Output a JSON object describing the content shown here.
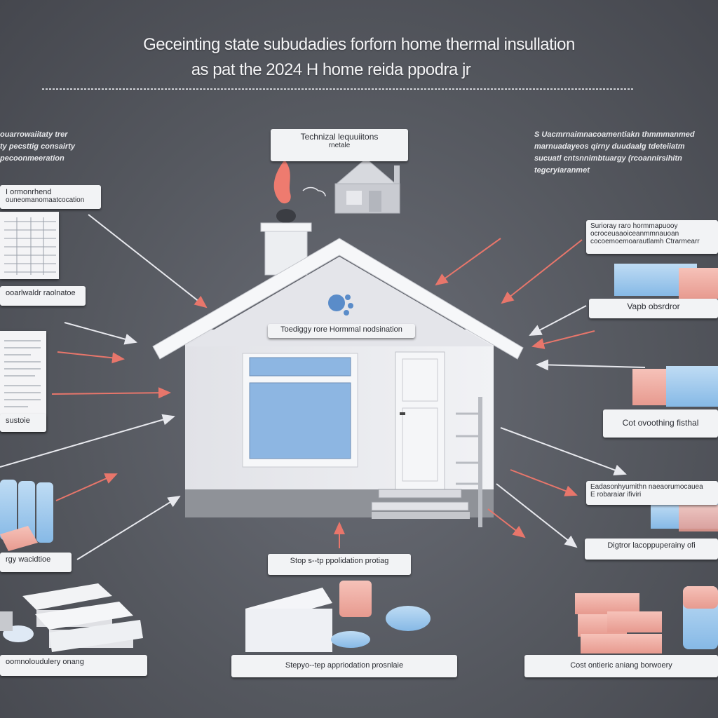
{
  "header": {
    "title_line1": "Geceinting state  subudadies forforn home thermal insullation",
    "title_line2": "as pat the 2024 H home reida  ppodra jr"
  },
  "notes": {
    "left": "ouarrowaiitaty trer\nty pecsttig consairty\npecoonmeeration",
    "right": "S Uacmrnaimnacoamentiakn thmmmanmed\nmarnuadayeos qirny duudaalg tdeteiiatm\nsucuatl cntsnnimbtuargy (rcoannirsihitn\ntegcryiaranmet"
  },
  "labels": {
    "technical": "Technizal lequuiitons",
    "technical_sub": "rnetale",
    "house_banner": "Toediggy rore Hormmal nodsination",
    "left_a": "I ormonrhend",
    "left_a_sub": "ouneomanomaatcocation",
    "left_b": "ooarlwaldr raolnatoe",
    "left_c": "sustoie",
    "left_d": "rgy wacidtioe",
    "left_e": "oomnoloudulery onang",
    "right_a": "Surioray raro hormmapuooy",
    "right_a_sub": "ocroceuaaoiceanmmnauoan",
    "right_a_sub2": "cocoemoemoarautlamh Ctrarmearr",
    "right_b": "Vapb obsrdror",
    "right_c": "Cot ovoothing fisthal",
    "right_d": "Eadasonhyumithn naeaorumocauea",
    "right_d_sub": "E robaraiar ifiviri",
    "right_e": "Digtror lacoppuperainy ofi",
    "steps_mid": "Stop s--tp ppolidation protiag",
    "steps_bottom": "Stepyo--tep appriodation prosnlaie",
    "cost_bottom": "Cost ontieric aniang borwoery"
  },
  "colors": {
    "background": "#55585f",
    "house_wall": "#e9eaee",
    "roof": "#f3f4f7",
    "window": "#8db6e2",
    "arrow_red": "#e8766b",
    "arrow_white": "#e8e9ee",
    "insulation_blue": "#9ecbef",
    "insulation_pink": "#efaaa0"
  }
}
